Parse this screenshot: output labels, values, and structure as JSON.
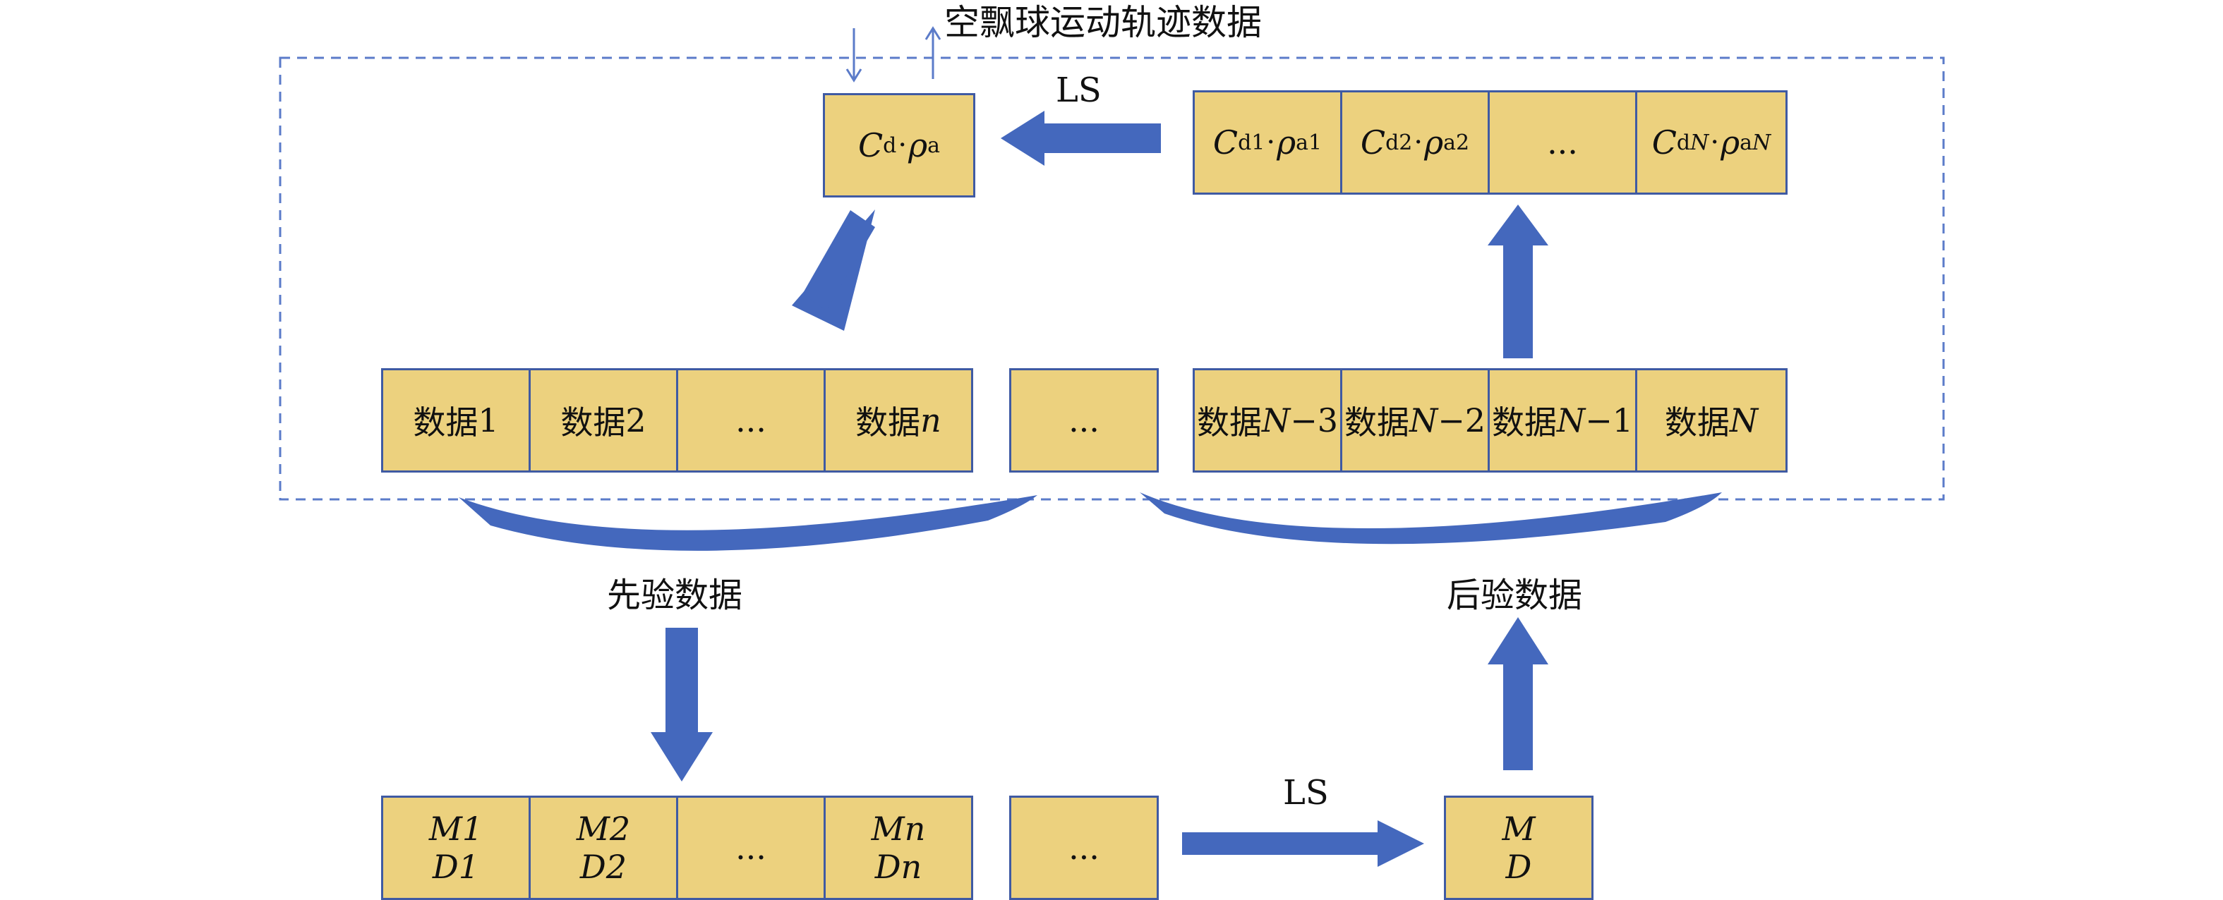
{
  "colors": {
    "box_fill": "#ecd17e",
    "box_border": "#3f5aa3",
    "arrow": "#4468bd",
    "dashed": "#5b7bc9"
  },
  "labels": {
    "top": "空飘球运动轨迹数据",
    "ls_top": "LS",
    "ls_bottom": "LS",
    "prior": "先验数据",
    "posterior": "后验数据"
  },
  "cd_box": {
    "c": "C",
    "c_sub": "d",
    "rho": "ρ",
    "rho_sub": "a"
  },
  "params": [
    {
      "c": "C",
      "c_sub": "d1",
      "rho": "ρ",
      "rho_sub": "a1"
    },
    {
      "c": "C",
      "c_sub": "d2",
      "rho": "ρ",
      "rho_sub": "a2"
    },
    {
      "text": "..."
    },
    {
      "c": "C",
      "c_sub": "d",
      "c_sub_it": "N",
      "rho": "ρ",
      "rho_sub": "a",
      "rho_sub_it": "N"
    }
  ],
  "data_row_left": [
    {
      "prefix": "数据",
      "suffix": "1"
    },
    {
      "prefix": "数据",
      "suffix": "2"
    },
    {
      "text": "..."
    },
    {
      "prefix": "数据",
      "suffix_it": "n"
    }
  ],
  "data_middle": "...",
  "data_row_right": [
    {
      "prefix": "数据",
      "n": "N",
      "suffix": "−3"
    },
    {
      "prefix": "数据",
      "n": "N",
      "suffix": "−2"
    },
    {
      "prefix": "数据",
      "n": "N",
      "suffix": "−1"
    },
    {
      "prefix": "数据",
      "n": "N"
    }
  ],
  "md_row": [
    {
      "m": "M1",
      "d": "D1"
    },
    {
      "m": "M2",
      "d": "D2"
    },
    {
      "text": "..."
    },
    {
      "m": "Mn",
      "d": "Dn"
    }
  ],
  "md_middle": "...",
  "md_result": {
    "m": "M",
    "d": "D"
  }
}
